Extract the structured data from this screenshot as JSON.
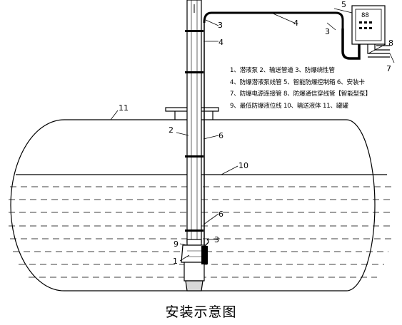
{
  "legend": [
    "1、潜液泵  2、输送管道  3、防爆绕性管",
    "4、防爆潜液泵线管  5、智能防爆控制箱  6、安装卡",
    "7、防爆电源连接管  8、防爆通信穿线管【智能型泵】",
    "9、最低防爆液位线  10、输送液体  11、罐罐"
  ],
  "callouts": {
    "c1": "1",
    "c2": "2",
    "c3a": "3",
    "c3b": "3",
    "c3c": "3",
    "c4a": "4",
    "c4b": "4",
    "c5": "5",
    "c6a": "6",
    "c6b": "6",
    "c7": "7",
    "c8": "8",
    "c9": "9",
    "c10": "10",
    "c11": "11"
  },
  "box_display": "88",
  "caption": "安装示意图"
}
